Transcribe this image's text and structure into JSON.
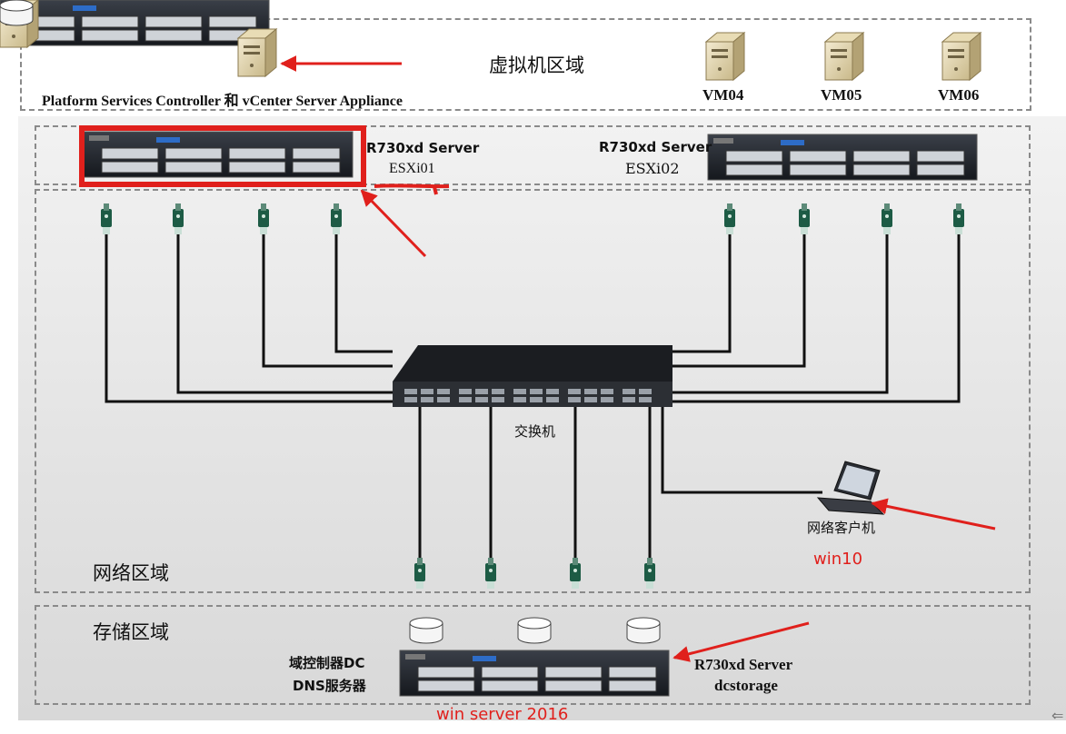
{
  "vm_zone": {
    "title": "虚拟机区域",
    "psc_label": "Platform Services Controller 和 vCenter Server Appliance",
    "vms": [
      "VM04",
      "VM05",
      "VM06"
    ]
  },
  "hosts": [
    {
      "model": "R730xd Server",
      "name": "ESXi01",
      "highlighted": true
    },
    {
      "model": "R730xd Server",
      "name": "ESXi02",
      "highlighted": false
    }
  ],
  "switch": {
    "label": "交换机"
  },
  "network_zone": {
    "title": "网络区域"
  },
  "client": {
    "label": "网络客户机",
    "note": "win10"
  },
  "storage_zone": {
    "title": "存储区域",
    "dc_label_1": "域控制器DC",
    "dc_label_2": "DNS服务器",
    "server_model": "R730xd Server",
    "server_name": "dcstorage",
    "note": "win server 2016"
  },
  "colors": {
    "annotation_red": "#e0201c",
    "zone_border": "#8a8a8a",
    "cable": "#111111"
  },
  "edge_glyph": "⇐"
}
